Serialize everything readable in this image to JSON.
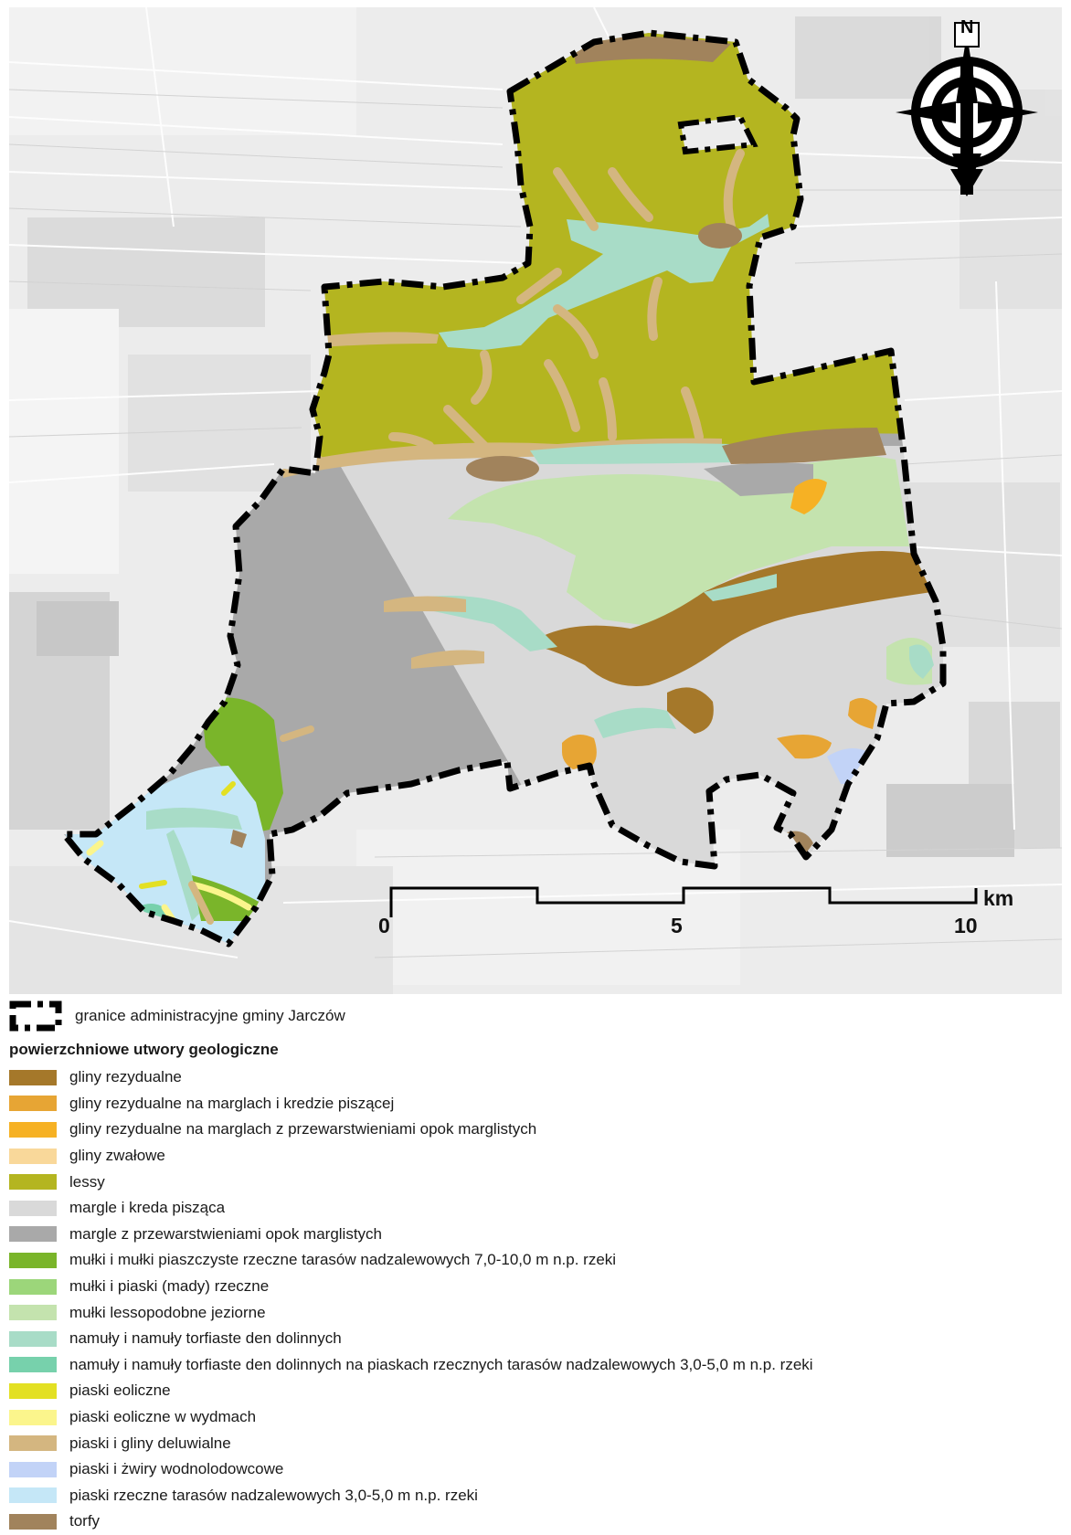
{
  "colors": {
    "background_map": "#e6e6e6",
    "boundary": "#000000"
  },
  "compass": {
    "north_label": "N"
  },
  "scale_bar": {
    "unit": "km",
    "labels": [
      "0",
      "5",
      "10"
    ]
  },
  "boundary_legend": {
    "label": "granice administracyjne gminy Jarczów"
  },
  "legend": {
    "title": "powierzchniowe utwory geologiczne",
    "items": [
      {
        "label": "gliny rezydualne",
        "color": "#a5782a"
      },
      {
        "label": "gliny rezydualne na marglach i kredzie piszącej",
        "color": "#e7a534"
      },
      {
        "label": "gliny rezydualne na marglach z przewarstwieniami opok marglistych",
        "color": "#f6b124"
      },
      {
        "label": "gliny zwałowe",
        "color": "#f9d89a"
      },
      {
        "label": "lessy",
        "color": "#b4b520"
      },
      {
        "label": "margle i kreda pisząca",
        "color": "#d9d9d9"
      },
      {
        "label": "margle z przewarstwieniami opok marglistych",
        "color": "#a9a9a9"
      },
      {
        "label": "mułki i mułki piaszczyste rzeczne tarasów nadzalewowych 7,0-10,0 m n.p. rzeki",
        "color": "#7ab52a"
      },
      {
        "label": "mułki i piaski (mady) rzeczne",
        "color": "#9cd67a"
      },
      {
        "label": "mułki lessopodobne jeziorne",
        "color": "#c4e3ae"
      },
      {
        "label": "namuły i namuły torfiaste den dolinnych",
        "color": "#a8dcc7"
      },
      {
        "label": "namuły i namuły torfiaste den dolinnych na piaskach rzecznych tarasów nadzalewowych 3,0-5,0 m n.p. rzeki",
        "color": "#77d1ac"
      },
      {
        "label": "piaski eoliczne",
        "color": "#e3e023"
      },
      {
        "label": "piaski eoliczne w wydmach",
        "color": "#fbf58c"
      },
      {
        "label": "piaski i gliny deluwialne",
        "color": "#d4b680"
      },
      {
        "label": "piaski i żwiry wodnolodowcowe",
        "color": "#c2d3f7"
      },
      {
        "label": "piaski rzeczne tarasów nadzalewowych 3,0-5,0 m n.p. rzeki",
        "color": "#c5e7f7"
      },
      {
        "label": "torfy",
        "color": "#a1835c"
      }
    ]
  }
}
